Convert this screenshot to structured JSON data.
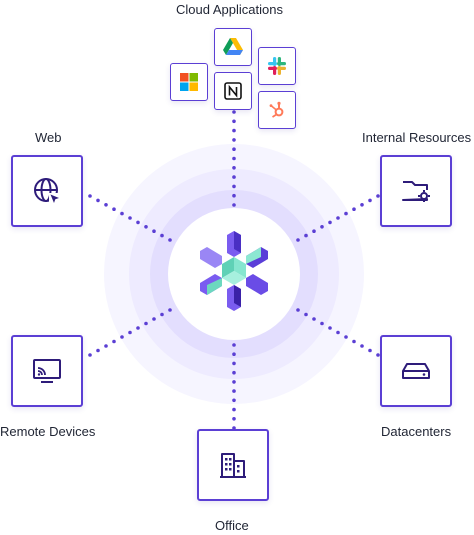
{
  "nodes": {
    "cloud": {
      "label": "Cloud Applications",
      "icons": [
        "google-drive-icon",
        "slack-icon",
        "microsoft-icon",
        "notion-icon",
        "hubspot-icon"
      ]
    },
    "web": {
      "label": "Web",
      "icon": "globe-cursor-icon"
    },
    "internal": {
      "label": "Internal Resources",
      "icon": "folder-gear-icon"
    },
    "remote": {
      "label": "Remote Devices",
      "icon": "cast-screen-icon"
    },
    "datacenters": {
      "label": "Datacenters",
      "icon": "server-drive-icon"
    },
    "office": {
      "label": "Office",
      "icon": "office-building-icon"
    }
  },
  "hub": {
    "icon": "hexagonal-snowflake-logo"
  },
  "colors": {
    "accent": "#5b3fd4",
    "accent_dark": "#2e1c7a",
    "teal": "#7fe0c8",
    "ring_light": "#f1efff",
    "ring_mid": "#e6e2ff",
    "dots": "#5b3fd4"
  }
}
